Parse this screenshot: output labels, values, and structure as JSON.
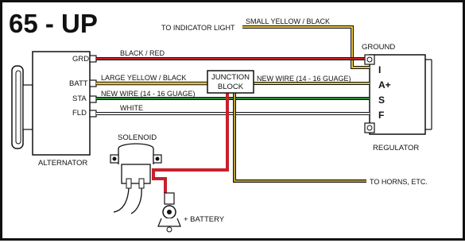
{
  "title": "65 - UP",
  "components": {
    "alternator": {
      "label": "ALTERNATOR",
      "terminals": [
        "GRD",
        "BATT",
        "STA",
        "FLD"
      ]
    },
    "regulator": {
      "label": "REGULATOR",
      "ground_label": "GROUND",
      "terminals": [
        "I",
        "A+",
        "S",
        "F"
      ]
    },
    "junction_block": {
      "line1": "JUNCTION",
      "line2": "BLOCK"
    },
    "solenoid": {
      "label": "SOLENOID"
    },
    "battery": {
      "label": "+ BATTERY"
    }
  },
  "wires": {
    "indicator": {
      "dest": "TO INDICATOR LIGHT",
      "label": "SMALL YELLOW / BLACK"
    },
    "grd": {
      "label": "BLACK / RED"
    },
    "batt": {
      "label": "LARGE YELLOW / BLACK"
    },
    "batt_reg": {
      "label": "NEW WIRE (14 - 16 GUAGE)"
    },
    "sta": {
      "label": "NEW WIRE (14 - 16 GUAGE)"
    },
    "fld": {
      "label": "WHITE"
    },
    "horns": {
      "dest": "TO HORNS, ETC."
    }
  },
  "colors": {
    "black": "#111111",
    "red": "#c8202a",
    "yellow": "#e2c13a",
    "green": "#2f8a3a",
    "white_wire": "#ffffff"
  }
}
